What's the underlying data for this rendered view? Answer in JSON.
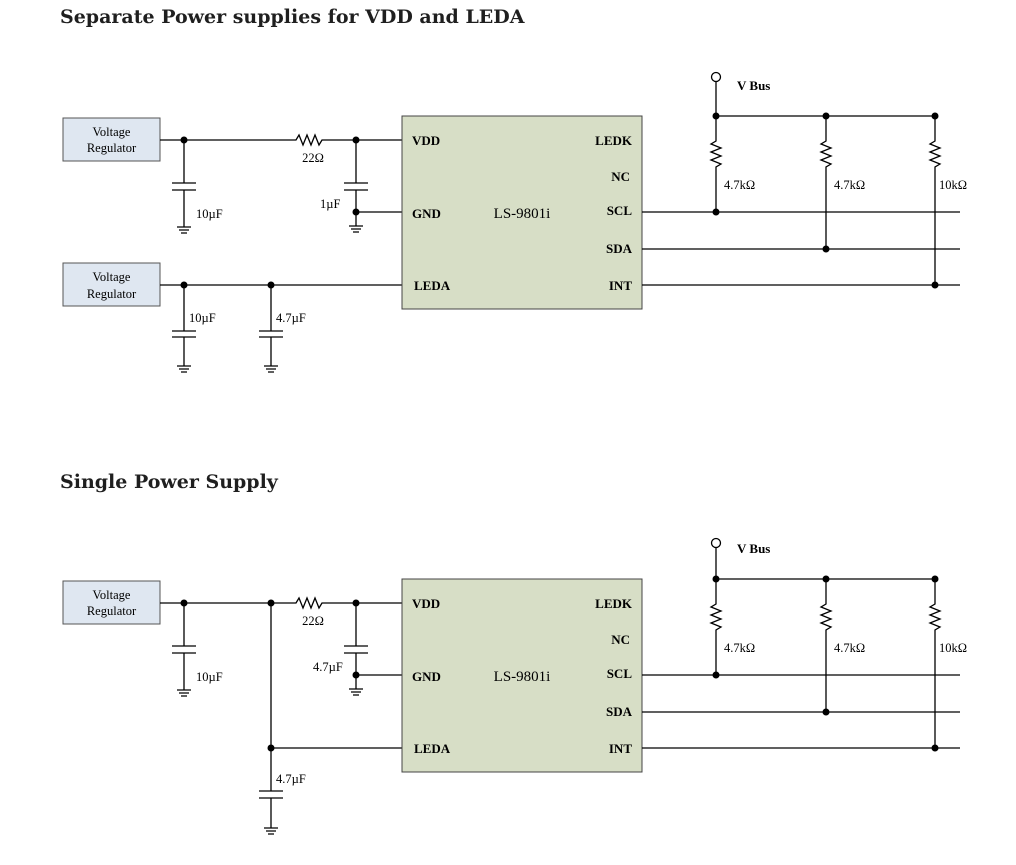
{
  "headings": {
    "separate": "Separate Power supplies for VDD and LEDA",
    "single": "Single Power Supply"
  },
  "diagram_separate": {
    "regulator_vdd": [
      "Voltage",
      "Regulator"
    ],
    "regulator_leda": [
      "Voltage",
      "Regulator"
    ],
    "chip": "LS-9801i",
    "pins_left": [
      "VDD",
      "GND",
      "LEDA"
    ],
    "pins_right": [
      "LEDK",
      "NC",
      "SCL",
      "SDA",
      "INT"
    ],
    "resistor_series": "22Ω",
    "cap_vdd_input": "10µF",
    "cap_vdd_decouple": "1µF",
    "cap_leda_1": "10µF",
    "cap_leda_2": "4.7µF",
    "vbus": "V Bus",
    "pullups": [
      "4.7kΩ",
      "4.7kΩ",
      "10kΩ"
    ]
  },
  "diagram_single": {
    "regulator": [
      "Voltage",
      "Regulator"
    ],
    "chip": "LS-9801i",
    "pins_left": [
      "VDD",
      "GND",
      "LEDA"
    ],
    "pins_right": [
      "LEDK",
      "NC",
      "SCL",
      "SDA",
      "INT"
    ],
    "resistor_series": "22Ω",
    "cap_input": "10µF",
    "cap_vdd_decouple": "4.7µF",
    "cap_leda": "4.7µF",
    "vbus": "V Bus",
    "pullups": [
      "4.7kΩ",
      "4.7kΩ",
      "10kΩ"
    ]
  }
}
